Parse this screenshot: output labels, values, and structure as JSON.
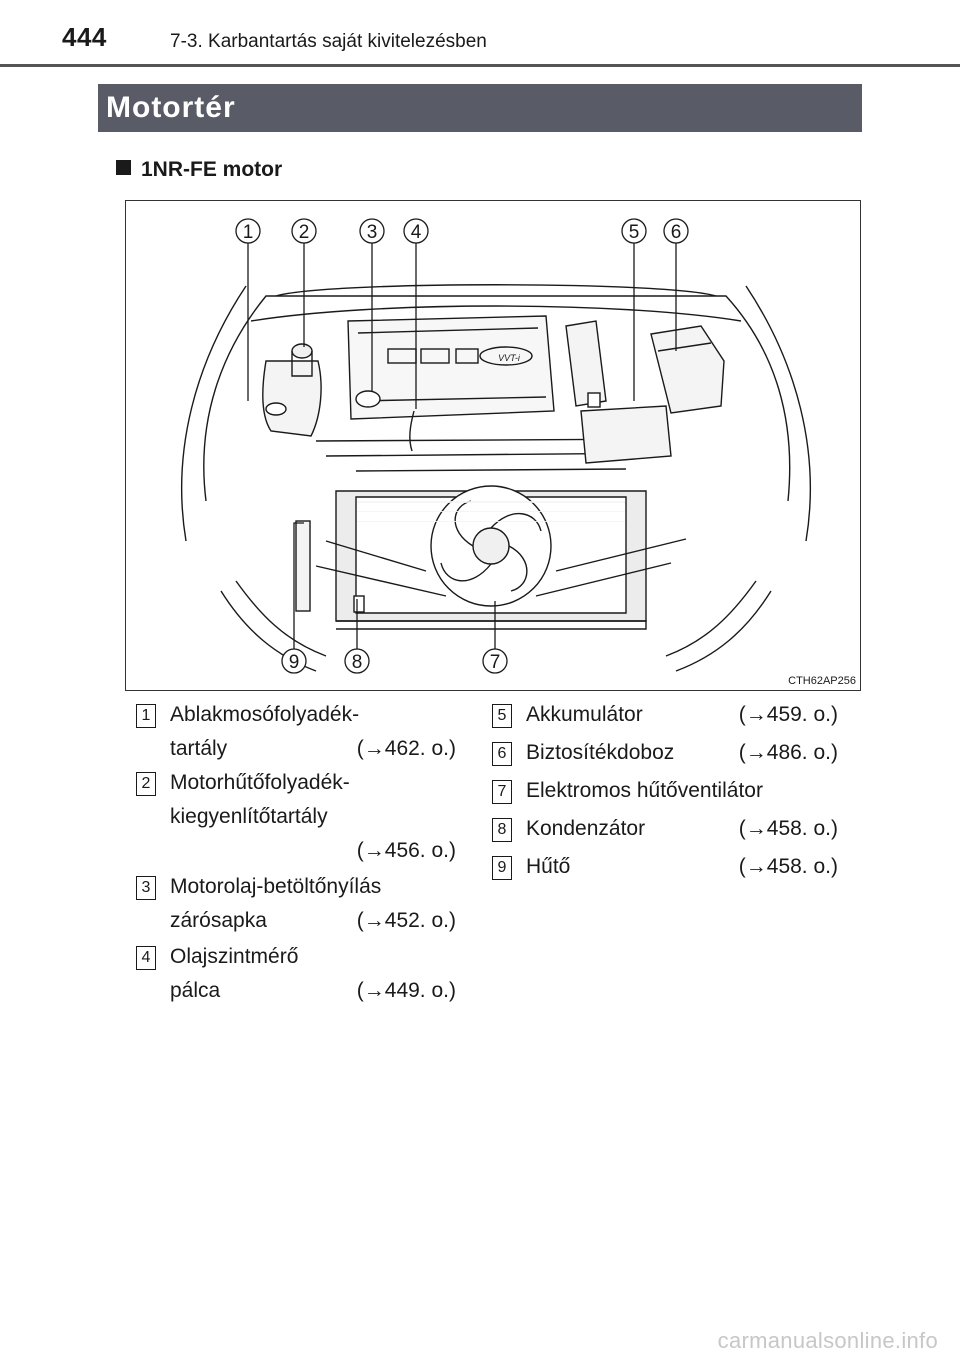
{
  "header": {
    "page_number": "444",
    "running_head": "7-3. Karbantartás saját kivitelezésben"
  },
  "section": {
    "title": "Motortér"
  },
  "subsection": {
    "title": "1NR-FE motor"
  },
  "figure": {
    "code": "CTH62AP256",
    "engine_cover_text": "VVT-i",
    "callouts_top": [
      "1",
      "2",
      "3",
      "4",
      "5",
      "6"
    ],
    "callouts_bottom": [
      "9",
      "8",
      "7"
    ]
  },
  "legend": {
    "left": [
      {
        "num": "1",
        "line1": "Ablakmosófolyadék-",
        "line2": "tartály",
        "ref": "(→462. o.)"
      },
      {
        "num": "2",
        "line1": "Motorhűtőfolyadék-",
        "line2": "kiegyenlítőtartály",
        "ref": "(→456. o.)"
      },
      {
        "num": "3",
        "line1": "Motorolaj-betöltőnyílás",
        "line2": "zárósapka",
        "ref": "(→452. o.)"
      },
      {
        "num": "4",
        "line1": "Olajszintmérő",
        "line2": "pálca",
        "ref": "(→449. o.)"
      }
    ],
    "right": [
      {
        "num": "5",
        "label": "Akkumulátor",
        "ref": "(→459. o.)"
      },
      {
        "num": "6",
        "label": "Biztosítékdoboz",
        "ref": "(→486. o.)"
      },
      {
        "num": "7",
        "label": "Elektromos hűtőventilátor",
        "ref": ""
      },
      {
        "num": "8",
        "label": "Kondenzátor",
        "ref": "(→458. o.)"
      },
      {
        "num": "9",
        "label": "Hűtő",
        "ref": "(→458. o.)"
      }
    ]
  },
  "watermark": "carmanualsonline.info"
}
